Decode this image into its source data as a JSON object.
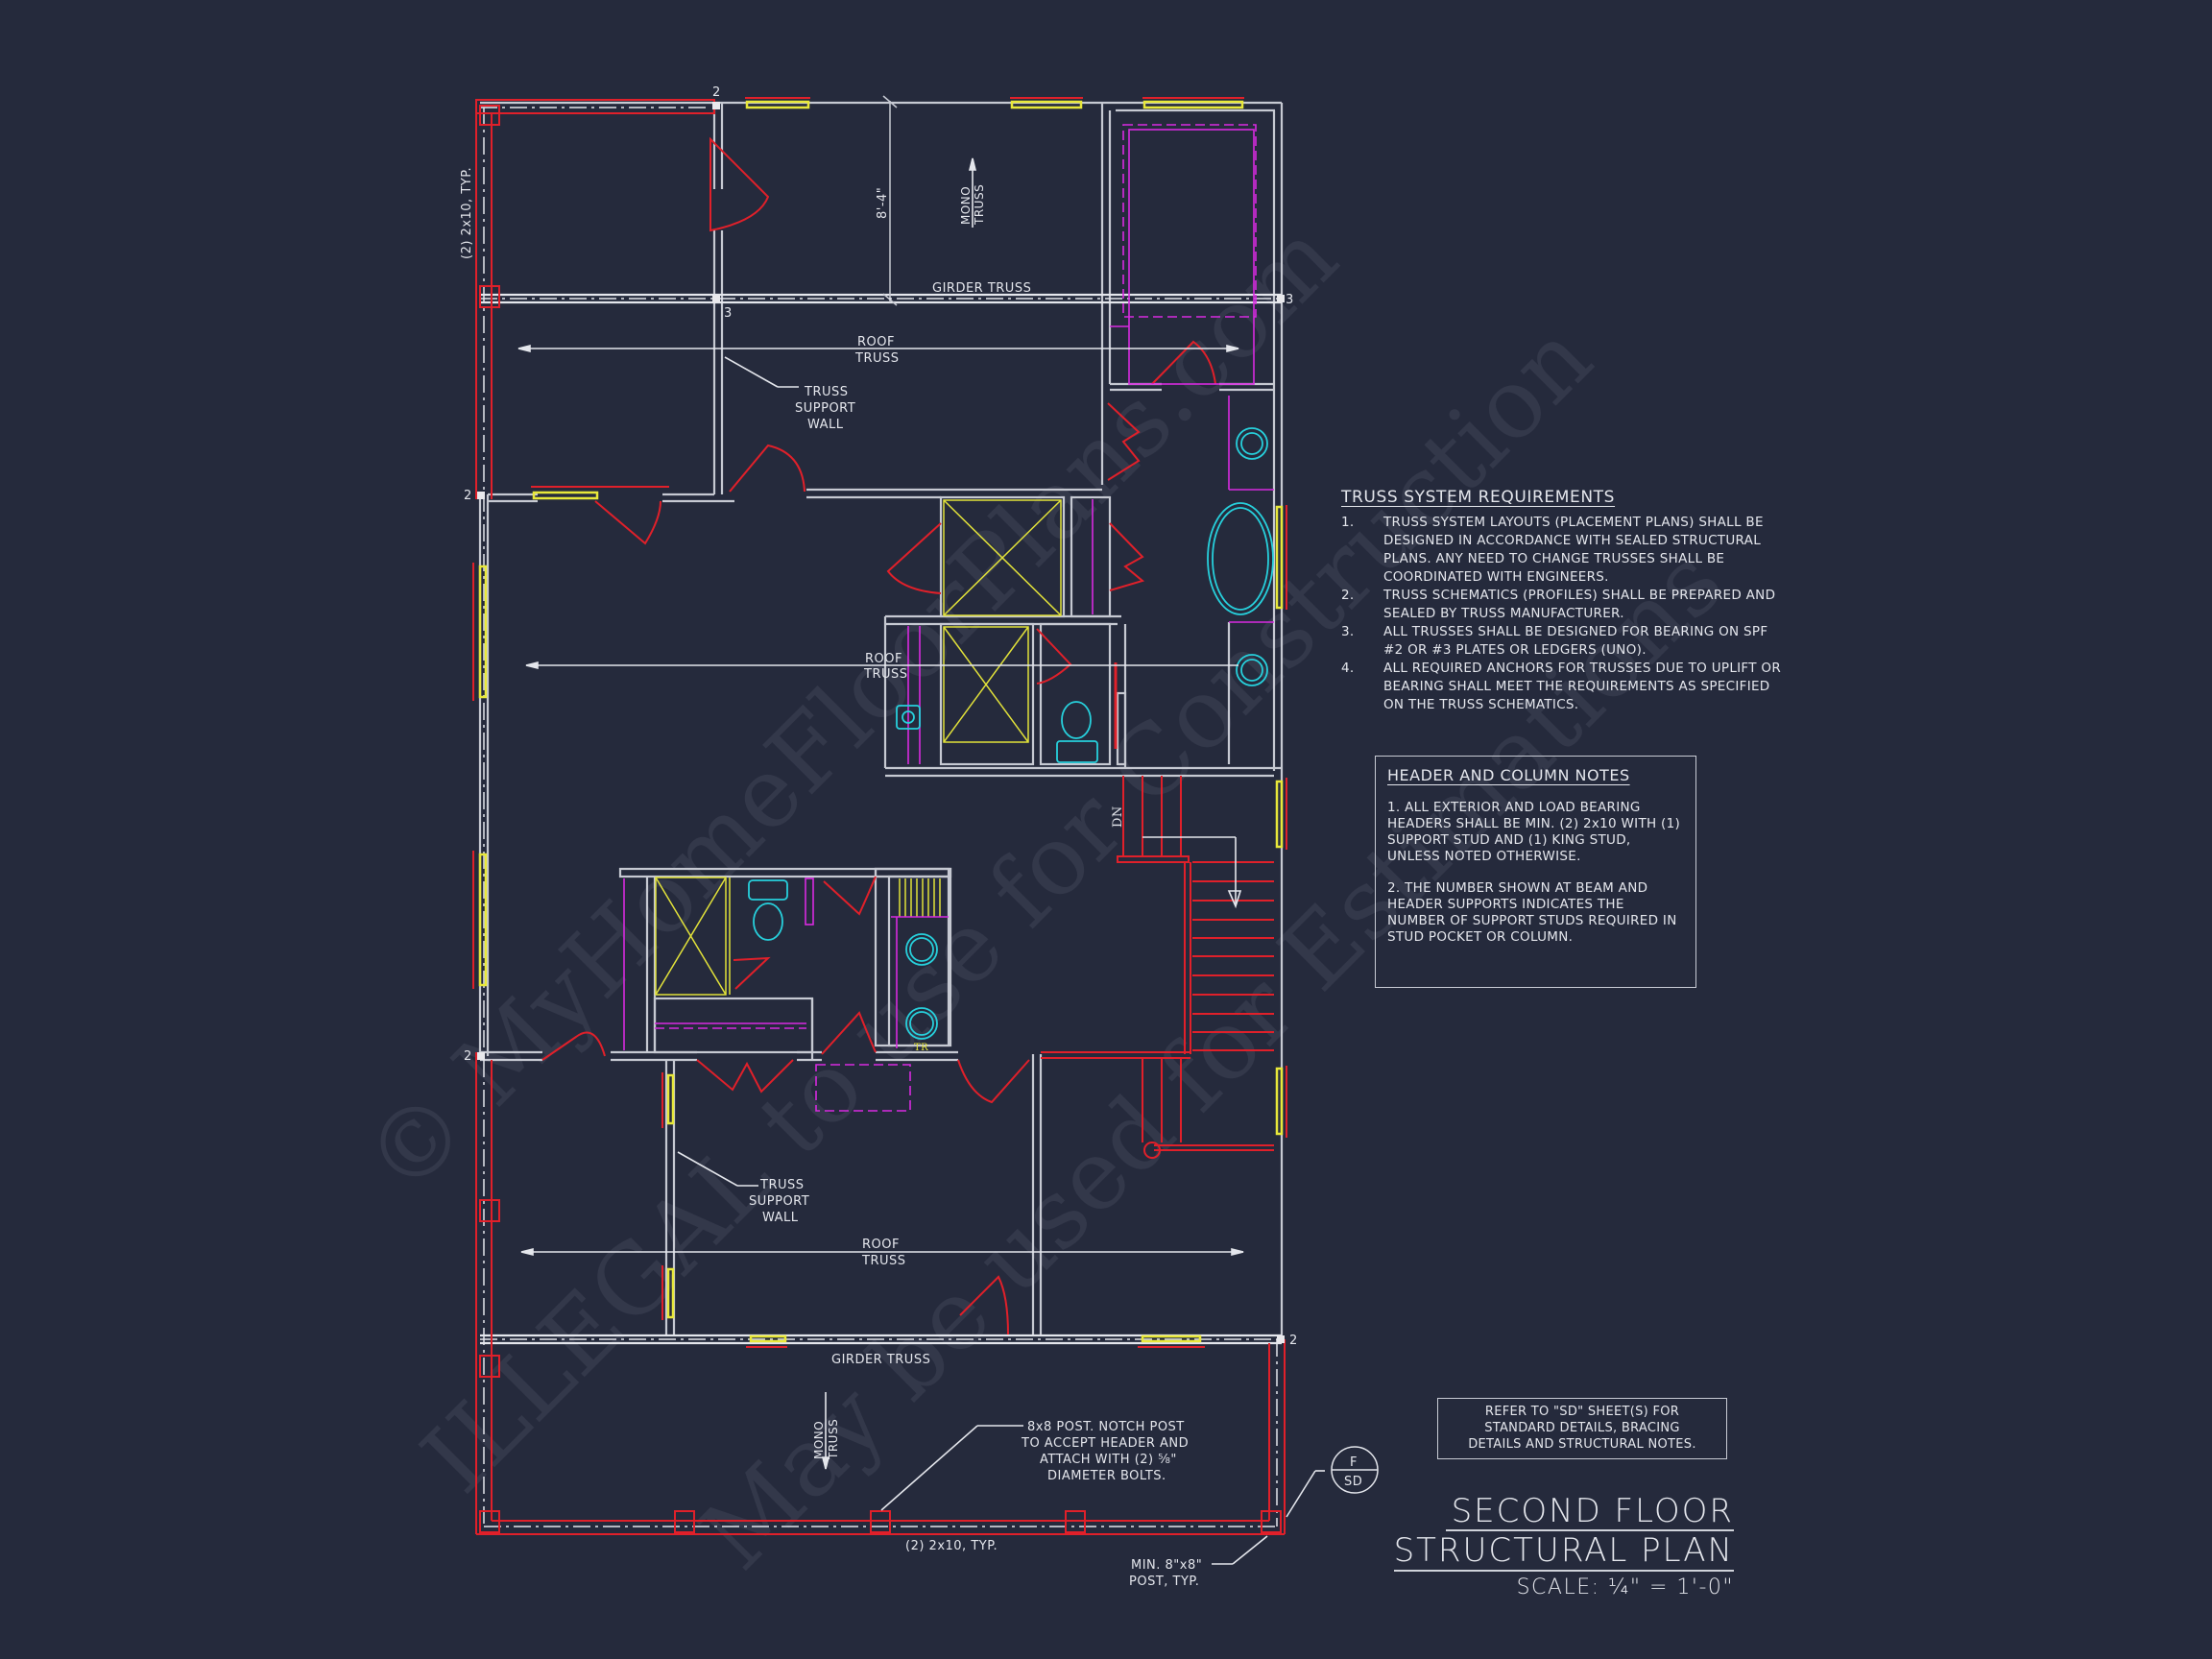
{
  "drawing": {
    "title_line1": "SECOND FLOOR",
    "title_line2": "STRUCTURAL PLAN",
    "scale": "SCALE: ¼\" = 1'-0\"",
    "background_color": "#252a3c",
    "colors": {
      "wall": "#c6c9d2",
      "beam_post": "#e0202a",
      "window": "#e8e83a",
      "fixture": "#27d0dc",
      "cabinet": "#d82ae0",
      "shower": "#e2e23a",
      "text": "#e4e6ec"
    }
  },
  "plan_labels": {
    "grid_2_top": "2",
    "grid_3_left": "3",
    "grid_3_right": "3",
    "grid_2_left_upper": "2",
    "grid_2_left_lower": "2",
    "grid_2_right": "2",
    "left_beam": "(2) 2x10, TYP.",
    "dimension": "8'-4\"",
    "mono_truss_top_1": "MONO",
    "mono_truss_top_2": "TRUSS",
    "girder_truss_top": "GIRDER TRUSS",
    "roof_truss_1a": "ROOF",
    "roof_truss_1b": "TRUSS",
    "truss_support_wall_top_1": "TRUSS",
    "truss_support_wall_top_2": "SUPPORT",
    "truss_support_wall_top_3": "WALL",
    "roof_truss_2a": "ROOF",
    "roof_truss_2b": "TRUSS",
    "stair_dn": "DN",
    "laundry_tr": "TR",
    "truss_support_wall_bottom_1": "TRUSS",
    "truss_support_wall_bottom_2": "SUPPORT",
    "truss_support_wall_bottom_3": "WALL",
    "roof_truss_3a": "ROOF",
    "roof_truss_3b": "TRUSS",
    "girder_truss_bottom": "GIRDER TRUSS",
    "mono_truss_bottom_1": "MONO",
    "mono_truss_bottom_2": "TRUSS",
    "post_note_1": "8x8 POST. NOTCH POST",
    "post_note_2": "TO ACCEPT HEADER AND",
    "post_note_3": "ATTACH WITH (2) ⅝\"",
    "post_note_4": "DIAMETER BOLTS.",
    "bottom_beam": "(2) 2x10, TYP.",
    "min_post_1": "MIN. 8\"x8\"",
    "min_post_2": "POST, TYP.",
    "detail_ref_top": "F",
    "detail_ref_bottom": "SD"
  },
  "truss_requirements": {
    "heading": "TRUSS SYSTEM REQUIREMENTS",
    "items": [
      {
        "num": "1.",
        "text": "TRUSS SYSTEM LAYOUTS (PLACEMENT PLANS) SHALL BE DESIGNED IN ACCORDANCE WITH SEALED STRUCTURAL PLANS. ANY NEED TO CHANGE TRUSSES SHALL BE COORDINATED WITH  ENGINEERS."
      },
      {
        "num": "2.",
        "text": "TRUSS SCHEMATICS (PROFILES) SHALL BE PREPARED AND SEALED BY TRUSS MANUFACTURER."
      },
      {
        "num": "3.",
        "text": "ALL TRUSSES SHALL BE DESIGNED FOR BEARING ON SPF #2 OR #3 PLATES OR LEDGERS (UNO)."
      },
      {
        "num": "4.",
        "text": "ALL REQUIRED ANCHORS FOR TRUSSES DUE TO UPLIFT OR BEARING SHALL MEET THE REQUIREMENTS AS SPECIFIED ON THE TRUSS SCHEMATICS."
      }
    ]
  },
  "header_column_notes": {
    "heading": "HEADER AND COLUMN NOTES",
    "note1": "1. ALL EXTERIOR AND LOAD BEARING HEADERS SHALL BE MIN. (2) 2x10 WITH (1) SUPPORT STUD AND (1) KING STUD, UNLESS NOTED OTHERWISE.",
    "note2": "2. THE NUMBER SHOWN AT BEAM AND HEADER SUPPORTS INDICATES THE NUMBER OF SUPPORT STUDS REQUIRED IN STUD POCKET OR COLUMN."
  },
  "sd_reference": {
    "line1": "REFER TO \"SD\"  SHEET(S) FOR",
    "line2": "STANDARD DETAILS, BRACING",
    "line3": "DETAILS AND STRUCTURAL NOTES."
  },
  "watermark": {
    "line1": "© MyHomeFloorPlans.com",
    "line2": "ILLEGAL to use for Construction",
    "line3": "May be used for Estimations"
  }
}
